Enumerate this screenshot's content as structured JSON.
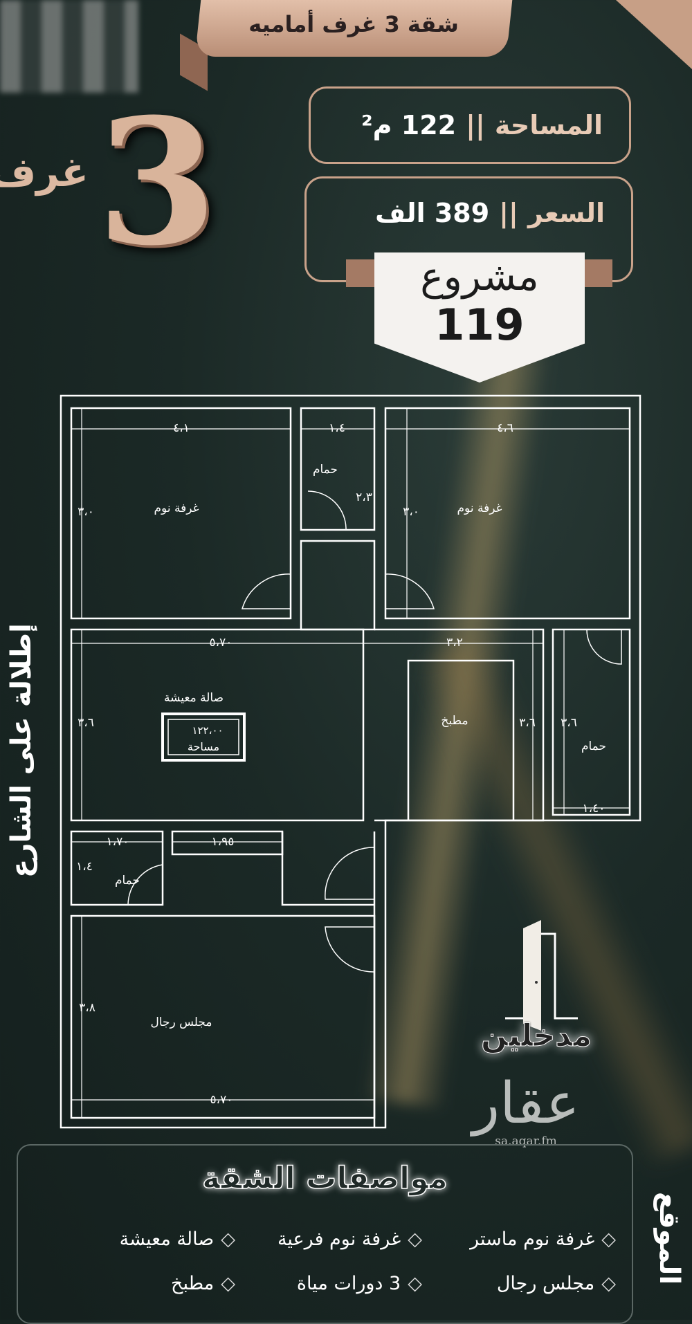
{
  "header": {
    "title": "شقة 3 غرف أماميه",
    "rooms_number": "3",
    "rooms_word": "غرف"
  },
  "area": {
    "label": "المساحة",
    "separator": "||",
    "value": "122 م²"
  },
  "price": {
    "label": "السعر",
    "separator": "||",
    "value": "389 الف"
  },
  "project": {
    "label": "مشروع",
    "number": "119"
  },
  "street_view": "إطلالة على الشارع",
  "floor_plan": {
    "rooms": {
      "bedroom1": "غرفة نوم",
      "bedroom2": "غرفة نوم",
      "bath_top": "حمام",
      "living": "صالة معيشة",
      "kitchen": "مطبخ",
      "bath_right": "حمام",
      "bath_lower": "حمام",
      "majlis": "مجلس رجال"
    },
    "area_box": {
      "value": "١٢٢،٠٠",
      "label": "مساحة"
    },
    "dims": {
      "bed1_w": "٤،١",
      "bath_top_w": "١،٤",
      "bed2_w": "٤،٦",
      "bath_top_h": "٢،٣",
      "bed1_h": "٣،٠",
      "bed2_h": "٣،٠",
      "living_w": "٥،٧٠",
      "kitchen_w": "٣،٢",
      "living_h": "٣،٦",
      "kitchen_h": "٣،٦",
      "bath_right_h": "٣،٦",
      "bath_right_w": "١،٤٠",
      "bath_lower_w": "١،٧٠",
      "closet_w": "١،٩٥",
      "bath_lower_h": "١،٤",
      "majlis_h": "٣،٨",
      "majlis_w": "٥،٧٠"
    }
  },
  "entrance": {
    "label": "مدخلين",
    "icon": "door-icon"
  },
  "watermark": {
    "logo": "عقار",
    "url": "sa.aqar.fm"
  },
  "specs": {
    "title": "مواصفات الشقة",
    "bullet": "◇",
    "items": [
      "غرفة نوم ماستر",
      "غرفة نوم فرعية",
      "صالة معيشة",
      "مجلس رجال",
      "3 دورات مياة",
      "مطبخ"
    ]
  },
  "location_label": "الموقع",
  "colors": {
    "background": "#1b2926",
    "accent": "#c9a28a",
    "line": "#ffffff"
  }
}
